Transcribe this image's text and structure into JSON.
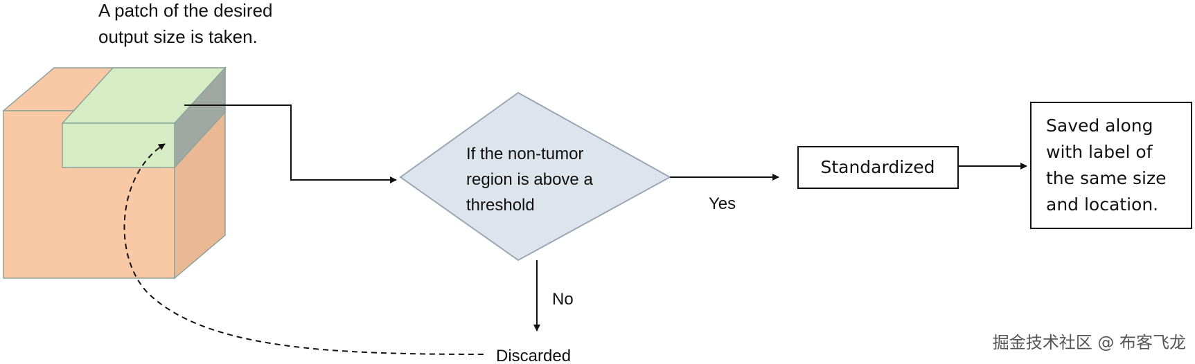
{
  "caption": {
    "line1": "A patch of the desired",
    "line2": "output size is taken."
  },
  "decision": {
    "line1": "If the non-tumor",
    "line2": "region is above a",
    "line3": "threshold"
  },
  "branch_yes": "Yes",
  "branch_no": "No",
  "discarded": "Discarded",
  "standardized": "Standardized",
  "saved": {
    "line1": "Saved along",
    "line2": "with label of",
    "line3": "the same size",
    "line4": "and location."
  },
  "watermark": "掘金技术社区 @ 布客飞龙",
  "colors": {
    "volume_fill": "#f9c9a6",
    "volume_edge": "#8aa39a",
    "patch_fill": "#d6ecc4",
    "patch_side": "#a0a8a2",
    "decision_fill": "#dde4ec",
    "decision_edge": "#9aa7b5",
    "box_edge": "#111111",
    "arrow": "#111111"
  }
}
